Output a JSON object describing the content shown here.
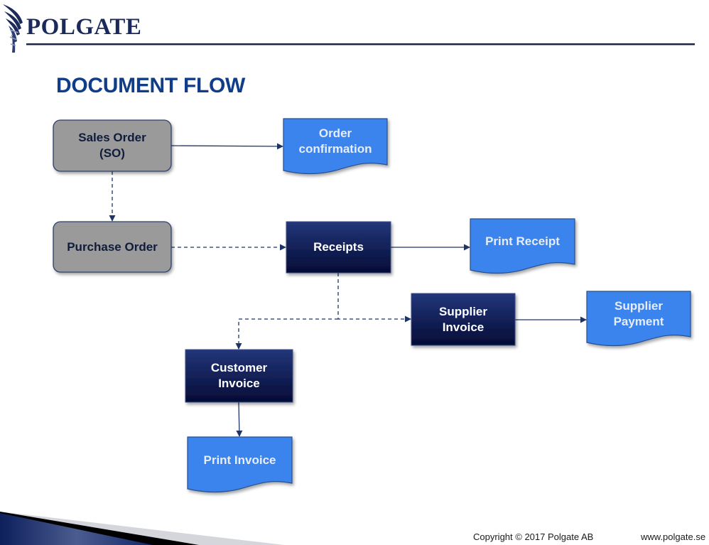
{
  "header": {
    "brand": "POLGATE",
    "logo_icon": "polgate-wing-logo-icon"
  },
  "title": "DOCUMENT FLOW",
  "colors": {
    "title": "#0f3d87",
    "gray_box_fill": "#9a9a9a",
    "gray_box_border": "#2b3f6b",
    "dark_box_top": "#1f3270",
    "dark_box_bottom": "#050e3a",
    "doc_fill": "#3a84ee",
    "doc_border": "#2a4f8a",
    "connector": "#1f3466"
  },
  "nodes": {
    "sales_order": {
      "label": "Sales Order\n(SO)",
      "shape": "rounded-rect",
      "style": "gray"
    },
    "order_confirmation": {
      "label": "Order\nconfirmation",
      "shape": "document",
      "style": "doc"
    },
    "purchase_order": {
      "label": "Purchase Order",
      "shape": "rounded-rect",
      "style": "gray"
    },
    "receipts": {
      "label": "Receipts",
      "shape": "rect",
      "style": "dark"
    },
    "print_receipt": {
      "label": "Print Receipt",
      "shape": "document",
      "style": "doc"
    },
    "supplier_invoice": {
      "label": "Supplier\nInvoice",
      "shape": "rect",
      "style": "dark"
    },
    "supplier_payment": {
      "label": "Supplier\nPayment",
      "shape": "document",
      "style": "doc"
    },
    "customer_invoice": {
      "label": "Customer\nInvoice",
      "shape": "rect",
      "style": "dark"
    },
    "print_invoice": {
      "label": "Print Invoice",
      "shape": "document",
      "style": "doc"
    }
  },
  "edges": [
    {
      "from": "sales_order",
      "to": "order_confirmation",
      "style": "solid"
    },
    {
      "from": "sales_order",
      "to": "purchase_order",
      "style": "dashed"
    },
    {
      "from": "purchase_order",
      "to": "receipts",
      "style": "dashed"
    },
    {
      "from": "receipts",
      "to": "print_receipt",
      "style": "solid"
    },
    {
      "from": "receipts",
      "to": "supplier_invoice",
      "style": "dashed"
    },
    {
      "from": "receipts",
      "to": "customer_invoice",
      "style": "dashed"
    },
    {
      "from": "supplier_invoice",
      "to": "supplier_payment",
      "style": "solid"
    },
    {
      "from": "customer_invoice",
      "to": "print_invoice",
      "style": "solid"
    }
  ],
  "footer": {
    "copyright": "Copyright © 2017 Polgate AB",
    "website": "www.polgate.se"
  }
}
